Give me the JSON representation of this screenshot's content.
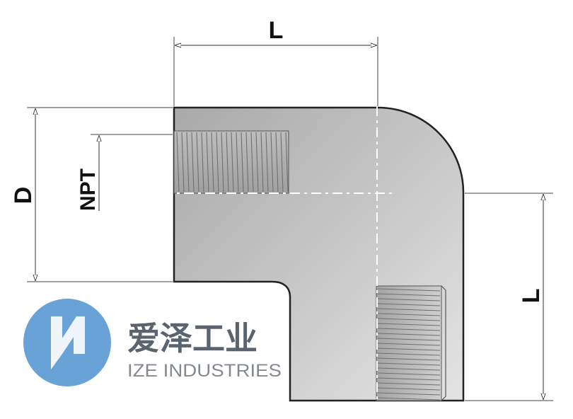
{
  "dimensions": {
    "top_length": "L",
    "side_length": "L",
    "diameter": "D",
    "thread": "NPT"
  },
  "watermark": {
    "name_cn": "爱泽工业",
    "name_en": "IZE INDUSTRIES"
  },
  "colors": {
    "body_fill": "#b9b9b9",
    "outline": "#222222",
    "thread": "#9a9a9a",
    "logo_blue": "#2f7fc8",
    "watermark_text": "#8a8f96"
  }
}
